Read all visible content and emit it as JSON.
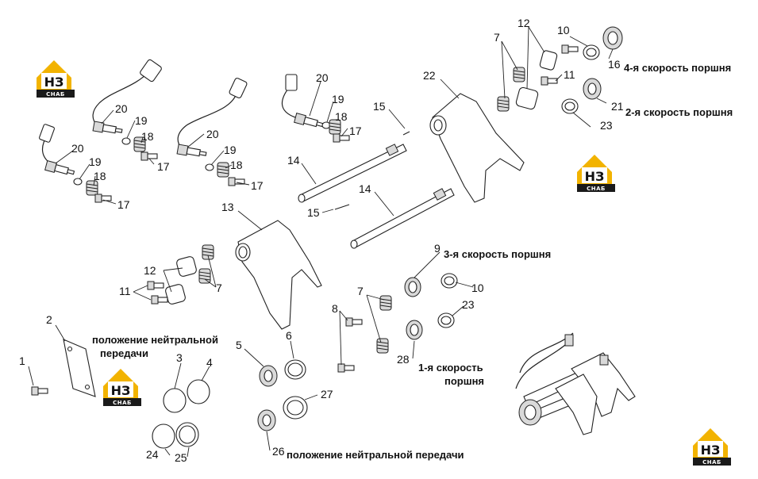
{
  "callouts": [
    {
      "id": "c1",
      "label": "1"
    },
    {
      "id": "c2",
      "label": "2"
    },
    {
      "id": "c3",
      "label": "3"
    },
    {
      "id": "c4",
      "label": "4"
    },
    {
      "id": "c5",
      "label": "5"
    },
    {
      "id": "c6",
      "label": "6"
    },
    {
      "id": "c7a",
      "label": "7"
    },
    {
      "id": "c7b",
      "label": "7"
    },
    {
      "id": "c7c",
      "label": "7"
    },
    {
      "id": "c8",
      "label": "8"
    },
    {
      "id": "c9",
      "label": "9"
    },
    {
      "id": "c10a",
      "label": "10"
    },
    {
      "id": "c10b",
      "label": "10"
    },
    {
      "id": "c11a",
      "label": "11"
    },
    {
      "id": "c11b",
      "label": "11"
    },
    {
      "id": "c12a",
      "label": "12"
    },
    {
      "id": "c12b",
      "label": "12"
    },
    {
      "id": "c13",
      "label": "13"
    },
    {
      "id": "c14a",
      "label": "14"
    },
    {
      "id": "c14b",
      "label": "14"
    },
    {
      "id": "c15a",
      "label": "15"
    },
    {
      "id": "c15b",
      "label": "15"
    },
    {
      "id": "c16",
      "label": "16"
    },
    {
      "id": "c17a",
      "label": "17"
    },
    {
      "id": "c17b",
      "label": "17"
    },
    {
      "id": "c17c",
      "label": "17"
    },
    {
      "id": "c17d",
      "label": "17"
    },
    {
      "id": "c18a",
      "label": "18"
    },
    {
      "id": "c18b",
      "label": "18"
    },
    {
      "id": "c18c",
      "label": "18"
    },
    {
      "id": "c18d",
      "label": "18"
    },
    {
      "id": "c19a",
      "label": "19"
    },
    {
      "id": "c19b",
      "label": "19"
    },
    {
      "id": "c19c",
      "label": "19"
    },
    {
      "id": "c19d",
      "label": "19"
    },
    {
      "id": "c20a",
      "label": "20"
    },
    {
      "id": "c20b",
      "label": "20"
    },
    {
      "id": "c20c",
      "label": "20"
    },
    {
      "id": "c20d",
      "label": "20"
    },
    {
      "id": "c21",
      "label": "21"
    },
    {
      "id": "c22",
      "label": "22"
    },
    {
      "id": "c23a",
      "label": "23"
    },
    {
      "id": "c23b",
      "label": "23"
    },
    {
      "id": "c24",
      "label": "24"
    },
    {
      "id": "c25",
      "label": "25"
    },
    {
      "id": "c26",
      "label": "26"
    },
    {
      "id": "c27",
      "label": "27"
    },
    {
      "id": "c28",
      "label": "28"
    }
  ],
  "captions": {
    "speed4": "4-я скорость поршня",
    "speed2": "2-я скорость поршня",
    "speed3": "3-я скорость поршня",
    "speed1_line1": "1-я скорость",
    "speed1_line2": "поршня",
    "neutral_a_line1": "положение нейтральной",
    "neutral_a_line2": "передачи",
    "neutral_b": "положение нейтральной передачи"
  },
  "logo": {
    "letters": "НЗ",
    "text": "СНАБ",
    "accent_color": "#f2b300",
    "dark_color": "#1a1a1a"
  },
  "colors": {
    "line": "#222222",
    "text": "#111111",
    "background": "#ffffff"
  }
}
